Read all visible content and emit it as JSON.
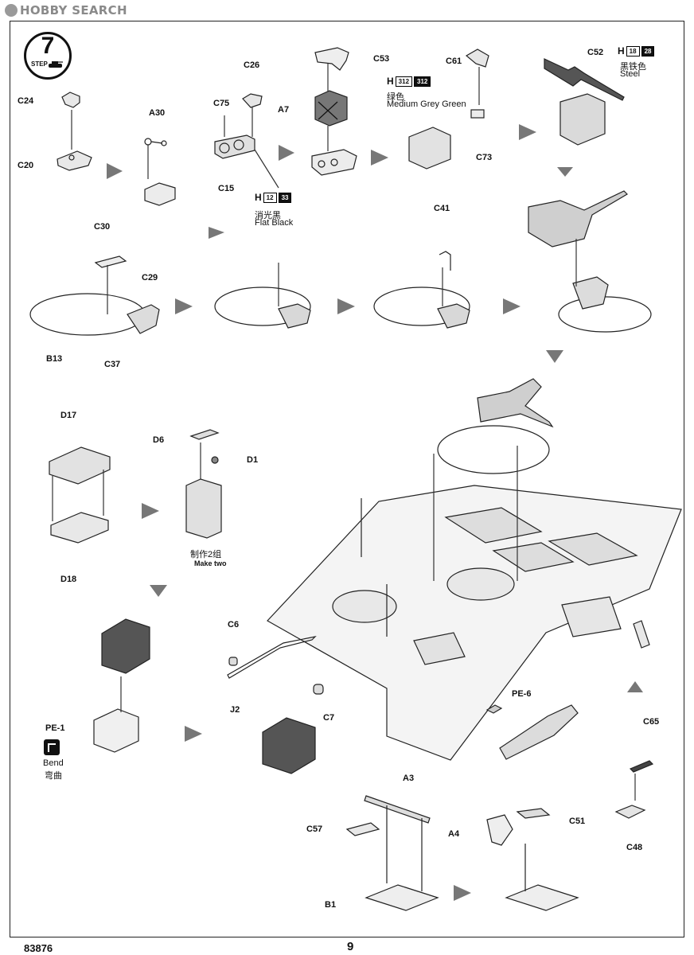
{
  "watermark": "HOBBY SEARCH",
  "step": {
    "number": "7",
    "word": "STEP"
  },
  "page_number": "9",
  "kit_code": "83876",
  "parts": {
    "C24": "C24",
    "C20": "C20",
    "A30": "A30",
    "C26": "C26",
    "C75": "C75",
    "C15": "C15",
    "C53": "C53",
    "A7": "A7",
    "C61": "C61",
    "C73": "C73",
    "C52": "C52",
    "C30": "C30",
    "C29": "C29",
    "B13": "B13",
    "C37": "C37",
    "C41": "C41",
    "D17": "D17",
    "D18": "D18",
    "D6": "D6",
    "D1": "D1",
    "C6": "C6",
    "J2": "J2",
    "C7": "C7",
    "PE6": "PE-6",
    "PE1": "PE-1",
    "C65": "C65",
    "C48": "C48",
    "A3": "A3",
    "C57": "C57",
    "A4": "A4",
    "C51": "C51",
    "B1": "B1"
  },
  "paints": {
    "flat_black": {
      "prefix": "H",
      "code1": "12",
      "code2": "33",
      "cn": "消光黑",
      "en": "Flat Black"
    },
    "medium_grey_green": {
      "prefix": "H",
      "code1": "312",
      "code2": "312",
      "cn": "绿色",
      "en": "Medium Grey Green"
    },
    "steel": {
      "prefix": "H",
      "code1": "18",
      "code2": "28",
      "cn": "黑铁色",
      "en": "Steel"
    }
  },
  "notes": {
    "make_two_cn": "制作2组",
    "make_two_en": "Make two",
    "bend_en": "Bend",
    "bend_cn": "弯曲"
  }
}
